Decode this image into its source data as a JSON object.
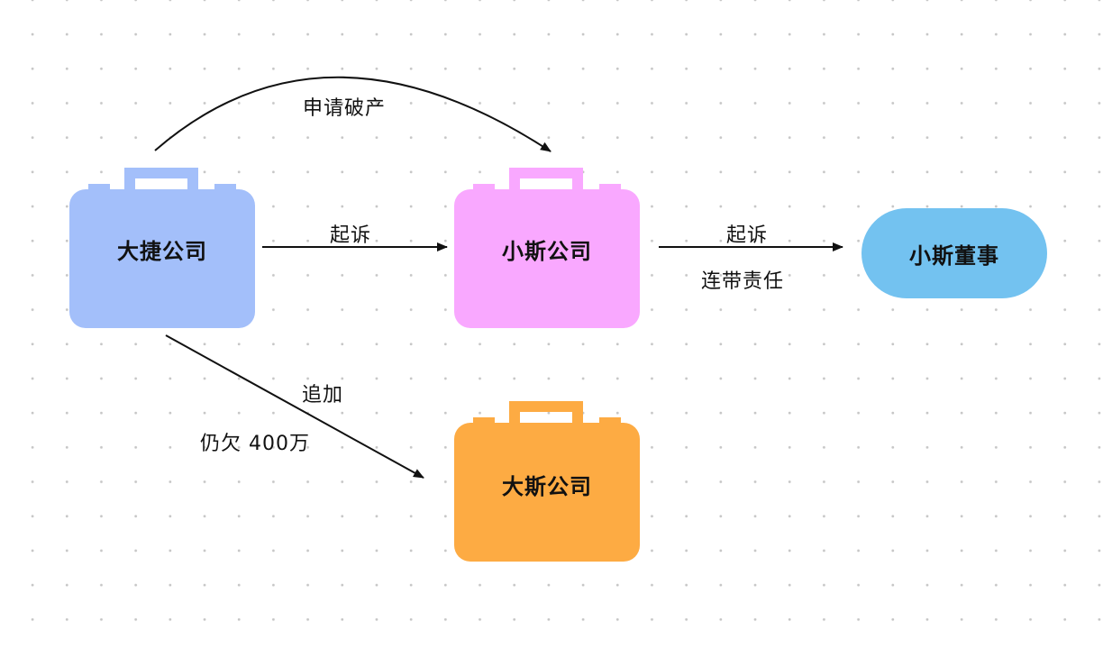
{
  "colors": {
    "dajie": "#a3bffa",
    "xiaosi": "#f9a8ff",
    "dasi": "#fdab43",
    "director": "#73c2f0",
    "edge": "#111111",
    "dots": "#c6c6c6"
  },
  "nodes": {
    "dajie": {
      "label": "大捷公司",
      "icon": "briefcase-icon"
    },
    "xiaosi": {
      "label": "小斯公司",
      "icon": "briefcase-icon"
    },
    "dasi": {
      "label": "大斯公司",
      "icon": "briefcase-icon"
    },
    "director": {
      "label": "小斯董事"
    }
  },
  "edges": {
    "bankruptcy": {
      "label": "申请破产"
    },
    "sue_xiaosi": {
      "label": "起诉"
    },
    "sue_director": {
      "label": "起诉",
      "sublabel": "连带责任"
    },
    "append": {
      "label": "追加",
      "sublabel": "仍欠 400万"
    }
  }
}
